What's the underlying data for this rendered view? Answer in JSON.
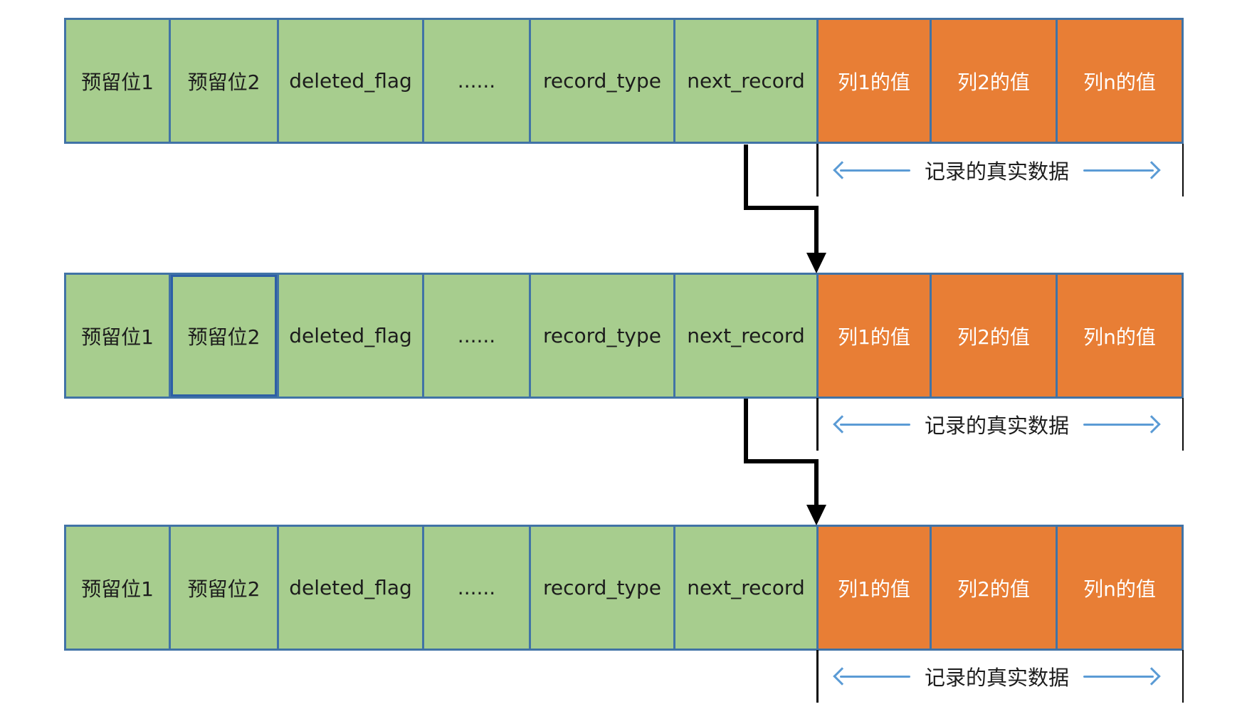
{
  "colors": {
    "green": "#a7cd8e",
    "orange": "#e87e35",
    "border_blue": "#4173a6",
    "hl_blue": "#2d5fa6",
    "arrow_blue": "#5b9bd5",
    "line_black": "#0a0a0a",
    "text_dark": "#1c1c1c",
    "text_light": "#ffffff"
  },
  "rows": [
    {
      "cells": [
        "预留位1",
        "预留位2",
        "deleted_flag",
        "......",
        "record_type",
        "next_record",
        "列1的值",
        "列2的值",
        "列n的值"
      ],
      "annotation": "记录的真实数据"
    },
    {
      "cells": [
        "预留位1",
        "预留位2",
        "deleted_flag",
        "......",
        "record_type",
        "next_record",
        "列1的值",
        "列2的值",
        "列n的值"
      ],
      "annotation": "记录的真实数据"
    },
    {
      "cells": [
        "预留位1",
        "预留位2",
        "deleted_flag",
        "......",
        "record_type",
        "next_record",
        "列1的值",
        "列2的值",
        "列n的值"
      ],
      "annotation": "记录的真实数据"
    }
  ]
}
